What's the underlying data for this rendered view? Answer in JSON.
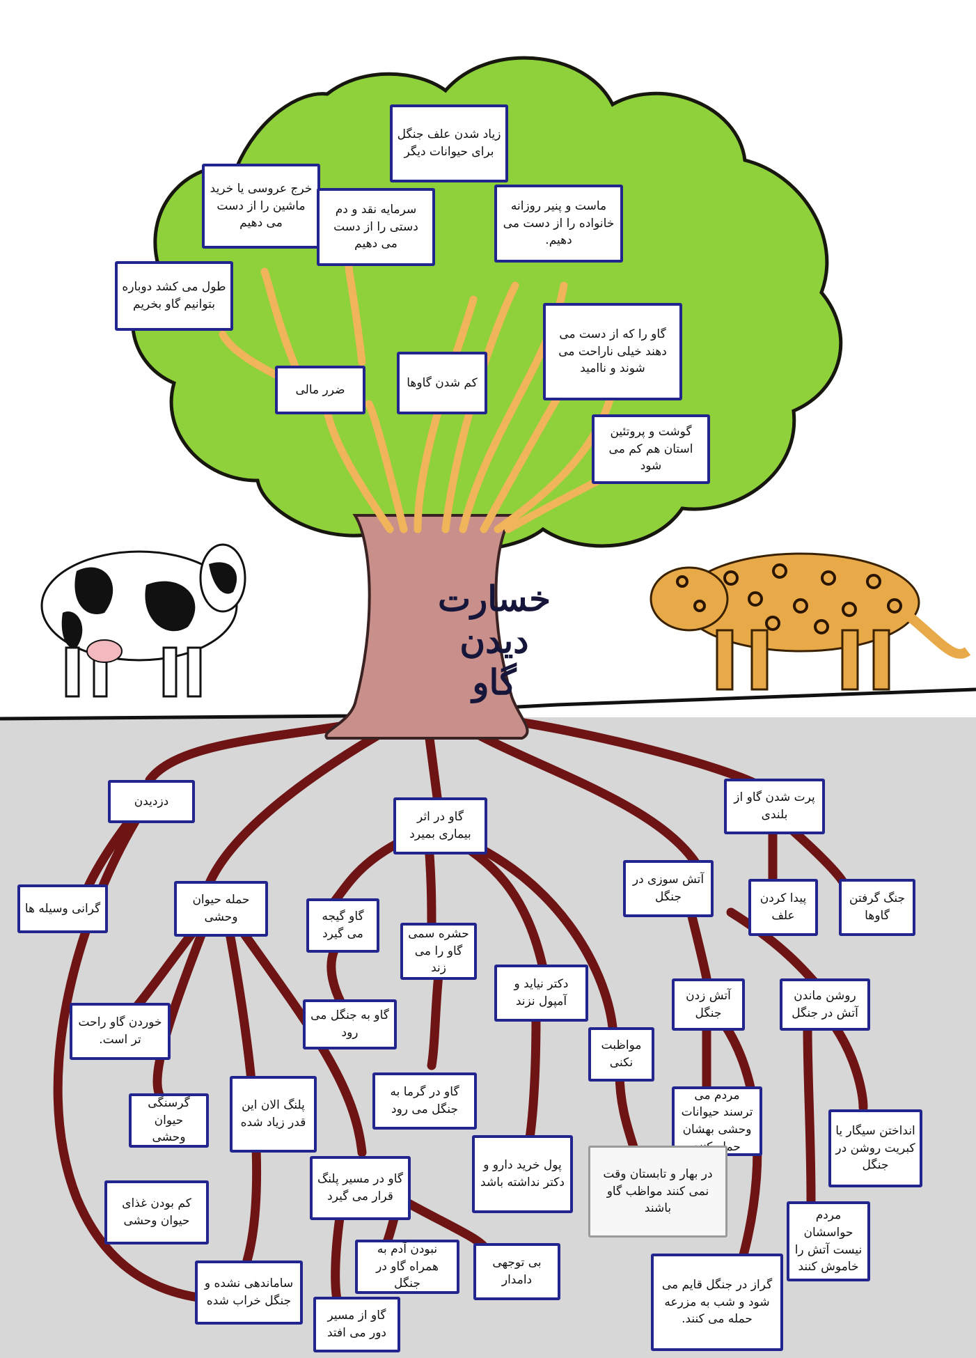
{
  "title": {
    "line1": "خسارت",
    "line2": "دیدن",
    "line3": "گاو"
  },
  "branches": {
    "financial_loss": "ضرر مالی",
    "fewer_cows": "کم شدن گاوها",
    "wedding_money": "خرج عروسی یا خرید ماشین را از دست می دهیم",
    "capital": "سرمایه نقد و دم دستی را از دست می دهیم",
    "long_time": "طول می کشد دوباره بتوانیم گاو بخریم",
    "more_forage": "زیاد شدن علف جنگل برای حیوانات دیگر",
    "daily_dairy": "ماست و پنیر روزانه خانواده را از دست می دهیم.",
    "family_sad": "گاو را که از دست می دهند خیلی ناراحت می شوند و ناامید",
    "meat_protein": "گوشت و پروتئین استان هم کم می شود"
  },
  "roots": {
    "theft": "دزدیدن",
    "price": "گرانی وسیله ها",
    "wild_attack": "حمله حیوان وحشی",
    "easy_eat": "خوردن گاو راحت تر است.",
    "hunger": "گرسنگی حیوان وحشی",
    "leopard_count": "پلنگ الان این قدر زیاد شده",
    "lack_food": "کم بودن غذای حیوان وحشی",
    "chaos_forest": "ساماندهی نشده و جنگل خراب شده",
    "cow_path": "گاو در مسیر پلنگ قرار می گیرد",
    "no_person": "نبودن آدم به همراه گاو در جنگل",
    "carelessness": "بی توجهی دامدار",
    "astray": "گاو از مسیر دور می افتد",
    "disease": "گاو در اثر بیماری بمیرد",
    "stuck": "گاو گیجه می گیرد",
    "to_forest": "گاو به جنگل می رود",
    "insects": "حشره سمی گاو را می زند",
    "hot_forest": "گاو در گرما به جنگل می رود",
    "vet": "دکتر نیاید و آمپول نزند",
    "no_money": "پول خرید دارو و دکتر نداشته باشد",
    "no_care": "مواظبت نکنی",
    "spring_summer": "در بهار و تابستان وقت نمی کنند مواظب گاو باشند",
    "fall": "پرت شدن گاو از بلندی",
    "fire": "آتش سوزی در جنگل",
    "feed": "پیدا کردن علف",
    "fighting": "جنگ گرفتن گاوها",
    "burn": "آتش زدن جنگل",
    "leave_fire": "روشن ماندن آتش در جنگل",
    "scare_people": "مردم می ترسند حیوانات وحشی بهشان حمله کنند",
    "cigarette": "انداختن سیگار یا کبریت روشن در جنگل",
    "careless_people": "مردم حواسشان نیست آتش را خاموش کنند",
    "boars": "گراز در جنگل قایم می شود و شب به مزرعه حمله می کنند."
  },
  "colors": {
    "canopy": "#8fd13a",
    "canopy_edge": "#17170f",
    "trunk": "#c98f8a",
    "root": "#7a1616",
    "branch": "#f0b45a",
    "ground": "#d6d6d6",
    "box_border": "#23258f"
  }
}
